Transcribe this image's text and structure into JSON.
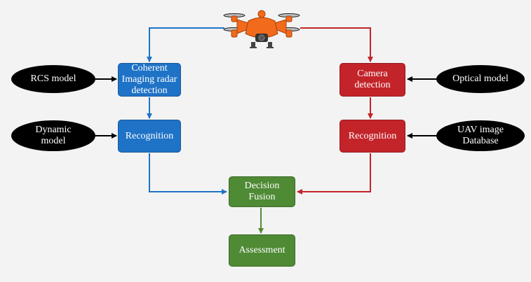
{
  "colors": {
    "blue": "#1f73c7",
    "red": "#c3242a",
    "green": "#4f8a35",
    "ellipse": "#000000",
    "drone": "#f26a1b"
  },
  "nodes": {
    "coherent_radar": "Coherent\nImaging radar\ndetection",
    "recognition_left": "Recognition",
    "camera_detection": "Camera\ndetection",
    "recognition_right": "Recognition",
    "decision_fusion": "Decision\nFusion",
    "assessment": "Assessment"
  },
  "inputs": {
    "rcs_model": "RCS model",
    "dynamic_model": "Dynamic\nmodel",
    "optical_model": "Optical model",
    "uav_database": "UAV image\nDatabase"
  },
  "icons": {
    "drone": "quadcopter-drone-icon"
  }
}
